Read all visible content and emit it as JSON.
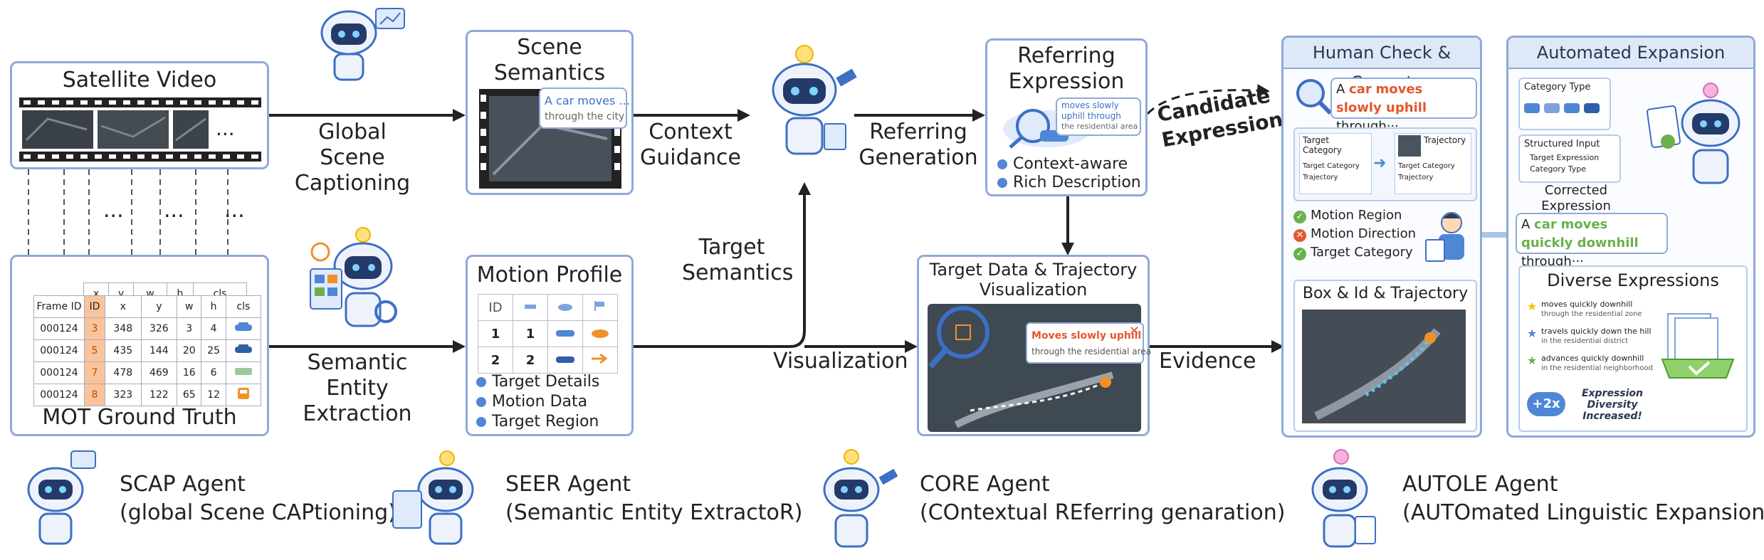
{
  "satellite": {
    "title": "Satellite Video",
    "dots": "..."
  },
  "mot": {
    "title": "MOT Ground Truth",
    "headers": [
      "Frame ID",
      "ID",
      "x",
      "y",
      "w",
      "h",
      "cls"
    ],
    "back_headers": [
      "x",
      "y",
      "w",
      "h",
      "cls"
    ],
    "rows": [
      [
        "000124",
        "3",
        "348",
        "326",
        "3",
        "4"
      ],
      [
        "000124",
        "5",
        "435",
        "144",
        "20",
        "25"
      ],
      [
        "000124",
        "7",
        "478",
        "469",
        "16",
        "6"
      ],
      [
        "000124",
        "8",
        "323",
        "122",
        "65",
        "12"
      ]
    ],
    "dots": [
      "...",
      "...",
      "..."
    ]
  },
  "edges": {
    "global_caption": "Global Scene Captioning",
    "context_guidance": "Context Guidance",
    "referring_generation": "Referring Generation",
    "candidate_expression": "Candidate Expression",
    "semantic_extraction": "Semantic Entity Extraction",
    "target_semantics": "Target Semantics",
    "visualization": "Visualization",
    "evidence": "Evidence"
  },
  "scene": {
    "title": "Scene Semantics",
    "bubble_1": "A car moves ...",
    "bubble_2": "through the city"
  },
  "referring": {
    "title": "Referring Expression",
    "items": [
      "Context-aware",
      "Rich Description"
    ],
    "bubble_1": "moves slowly",
    "bubble_2": "uphill through",
    "bubble_3": "the residential area"
  },
  "motion": {
    "title": "Motion Profile",
    "header": [
      "ID"
    ],
    "rows": [
      [
        "1",
        "1"
      ],
      [
        "2",
        "2"
      ]
    ],
    "items": [
      "Target Details",
      "Motion Data",
      "Target Region"
    ]
  },
  "target_vis": {
    "title": "Target Data & Trajectory Visualization",
    "caption_1": "Moves slowly uphill",
    "caption_2": "through the residential area"
  },
  "human": {
    "title": "Human Check & Correct",
    "expr_a": "A ",
    "expr_car": "car",
    "expr_motion": "moves slowly uphill",
    "expr_rest": " through···",
    "card_left": [
      "Target Category",
      "Target Category",
      "Trajectory"
    ],
    "card_right": [
      "Trajectory",
      "Target Category",
      "Trajectory"
    ],
    "checks": [
      "Motion Region",
      "Motion Direction",
      "Target Category"
    ],
    "check_status": [
      "ok",
      "bad",
      "ok"
    ],
    "box_title": "Box & Id & Trajectory"
  },
  "auto": {
    "title": "Automated Expansion",
    "category_type": "Category Type",
    "structured_input": "Structured Input",
    "structured_items": [
      "Target Expression",
      "Category Type"
    ],
    "corrected": "Corrected Expression",
    "expr_a": "A ",
    "expr_car": "car",
    "expr_motion": "moves quickly downhill",
    "expr_rest": " through···",
    "diverse_title": "Diverse Expressions",
    "diverse": [
      {
        "l1": "moves quickly downhill",
        "l2": "through the residential zone"
      },
      {
        "l1": "travels quickly down the hill",
        "l2": "in the residential district"
      },
      {
        "l1": "advances quickly downhill",
        "l2": "in the residential neighborhood"
      }
    ],
    "badge": "+2x",
    "badge_text": "Expression Diversity Increased!"
  },
  "legend": [
    {
      "name": "SCAP Agent",
      "desc": "(global Scene CAPtioning)"
    },
    {
      "name": "SEER Agent",
      "desc": "(Semantic Entity ExtractoR)"
    },
    {
      "name": "CORE Agent",
      "desc": "(COntextual REferring genaration)"
    },
    {
      "name": "AUTOLE Agent",
      "desc": "(AUTOmated Linguistic Expansion)"
    }
  ],
  "colors": {
    "accent_blue": "#8fa9d8",
    "expr_red": "#e4572e",
    "expr_orange": "#f0902a",
    "expr_green": "#6ab04c",
    "robot_blue": "#3d6fc4"
  }
}
